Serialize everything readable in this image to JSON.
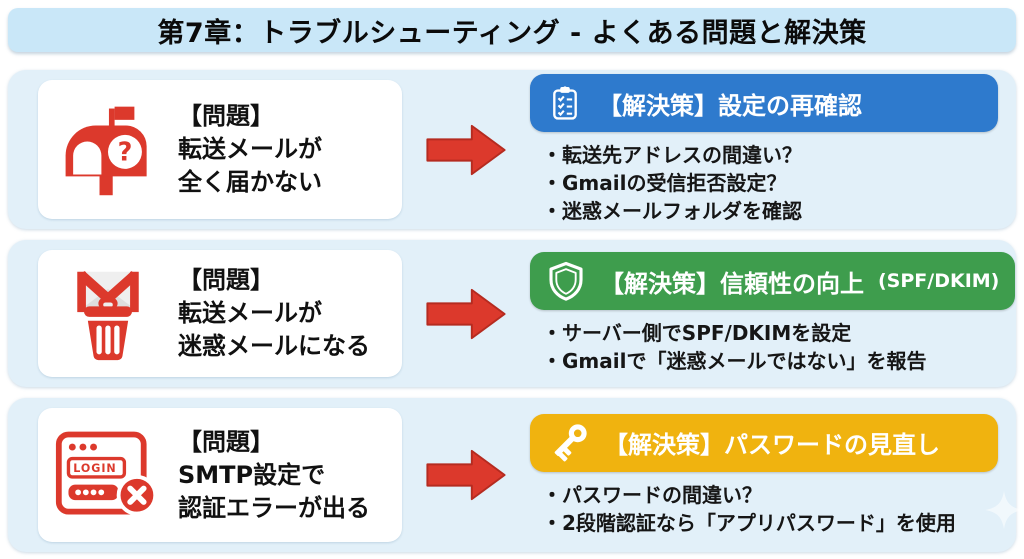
{
  "title": "第7章：トラブルシューティング - よくある問題と解決策",
  "colors": {
    "red": "#dc392c",
    "blue": "#2e7acd",
    "green": "#3e9d4d",
    "yellow": "#f0b30f",
    "banner_bg": "#c9e7f8",
    "row_bg": "#e2f0f9",
    "text_dark": "#111111",
    "white": "#ffffff"
  },
  "icons": {
    "arrow": "red-right-arrow",
    "decor": "sparkle"
  },
  "rows": [
    {
      "problem": {
        "icon": "mailbox-question",
        "badge": "?",
        "lines": [
          "【問題】",
          "転送メールが",
          "全く届かない"
        ]
      },
      "solution": {
        "icon": "checklist-clipboard",
        "accent": "#2e7acd",
        "title": "【解決策】設定の再確認",
        "suffix": "",
        "bullets": [
          "・転送先アドレスの間違い？",
          "・Gmailの受信拒否設定？",
          "・迷惑メールフォルダを確認"
        ]
      }
    },
    {
      "problem": {
        "icon": "gmail-trash",
        "lines": [
          "【問題】",
          "転送メールが",
          "迷惑メールになる"
        ]
      },
      "solution": {
        "icon": "shield",
        "accent": "#3e9d4d",
        "title": "【解決策】信頼性の向上",
        "suffix": "(SPF/DKIM)",
        "bullets": [
          "・サーバー側でSPF/DKIMを設定",
          "・Gmailで「迷惑メールではない」を報告"
        ]
      }
    },
    {
      "problem": {
        "icon": "login-error-window",
        "icon_label": "LOGIN",
        "lines": [
          "【問題】",
          "SMTP設定で",
          "認証エラーが出る"
        ]
      },
      "solution": {
        "icon": "key",
        "accent": "#f0b30f",
        "title": "【解決策】パスワードの見直し",
        "suffix": "",
        "bullets": [
          "・パスワードの間違い？",
          "・2段階認証なら「アプリパスワード」を使用"
        ]
      }
    }
  ]
}
